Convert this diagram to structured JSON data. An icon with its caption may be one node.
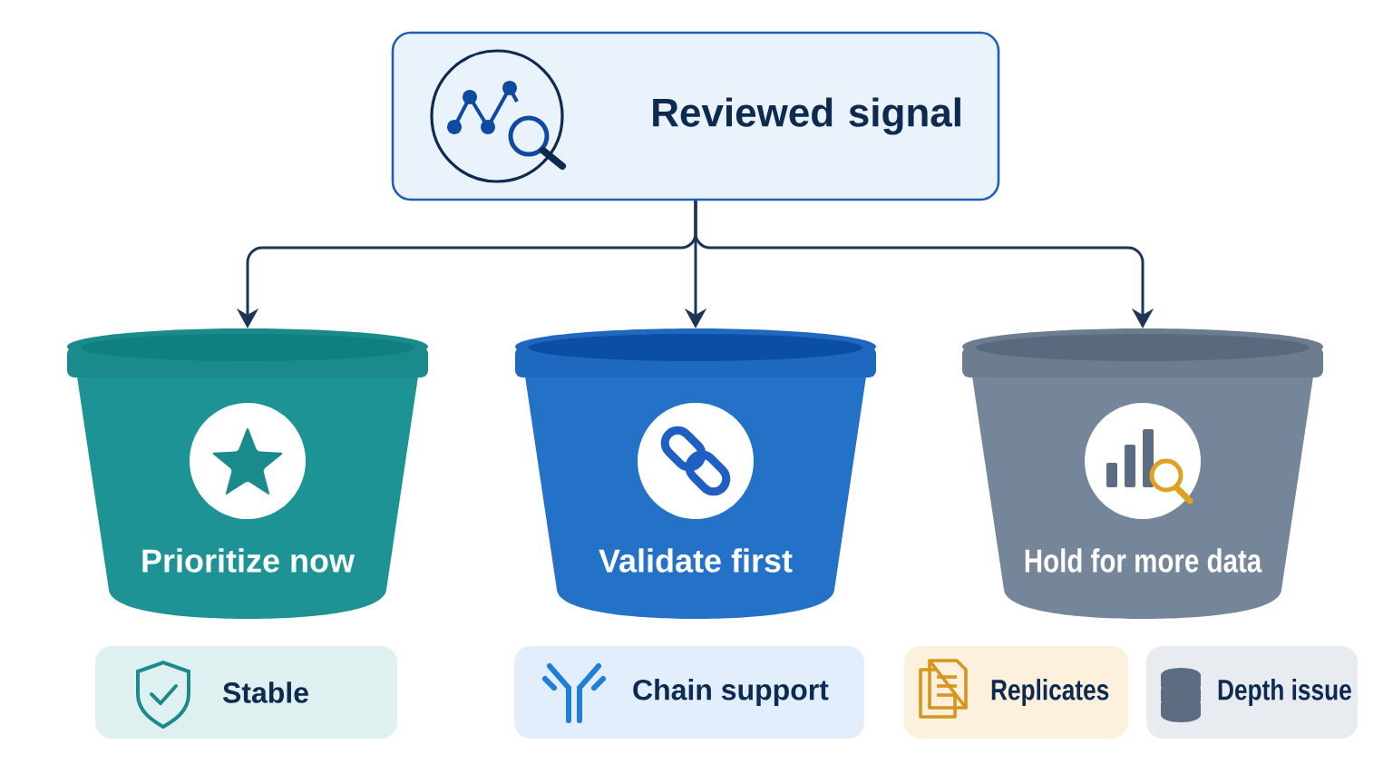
{
  "diagram": {
    "nodes": [
      {
        "text": [
          "Reviewed signal"
        ]
      },
      {
        "text": [
          "Prioritize now"
        ]
      },
      {
        "text": [
          "Validate first"
        ]
      },
      {
        "text": [
          "Hold for more data"
        ]
      },
      {
        "text": [
          "Stable"
        ]
      },
      {
        "text": [
          "Chain support"
        ]
      },
      {
        "text": [
          "Replicates"
        ]
      },
      {
        "text": [
          "Depth issue"
        ]
      }
    ],
    "edges": [
      {
        "from": 0,
        "to": 1,
        "arrow": "to"
      },
      {
        "from": 0,
        "to": 2,
        "arrow": "to"
      },
      {
        "from": 0,
        "to": 3,
        "arrow": "to"
      }
    ]
  }
}
